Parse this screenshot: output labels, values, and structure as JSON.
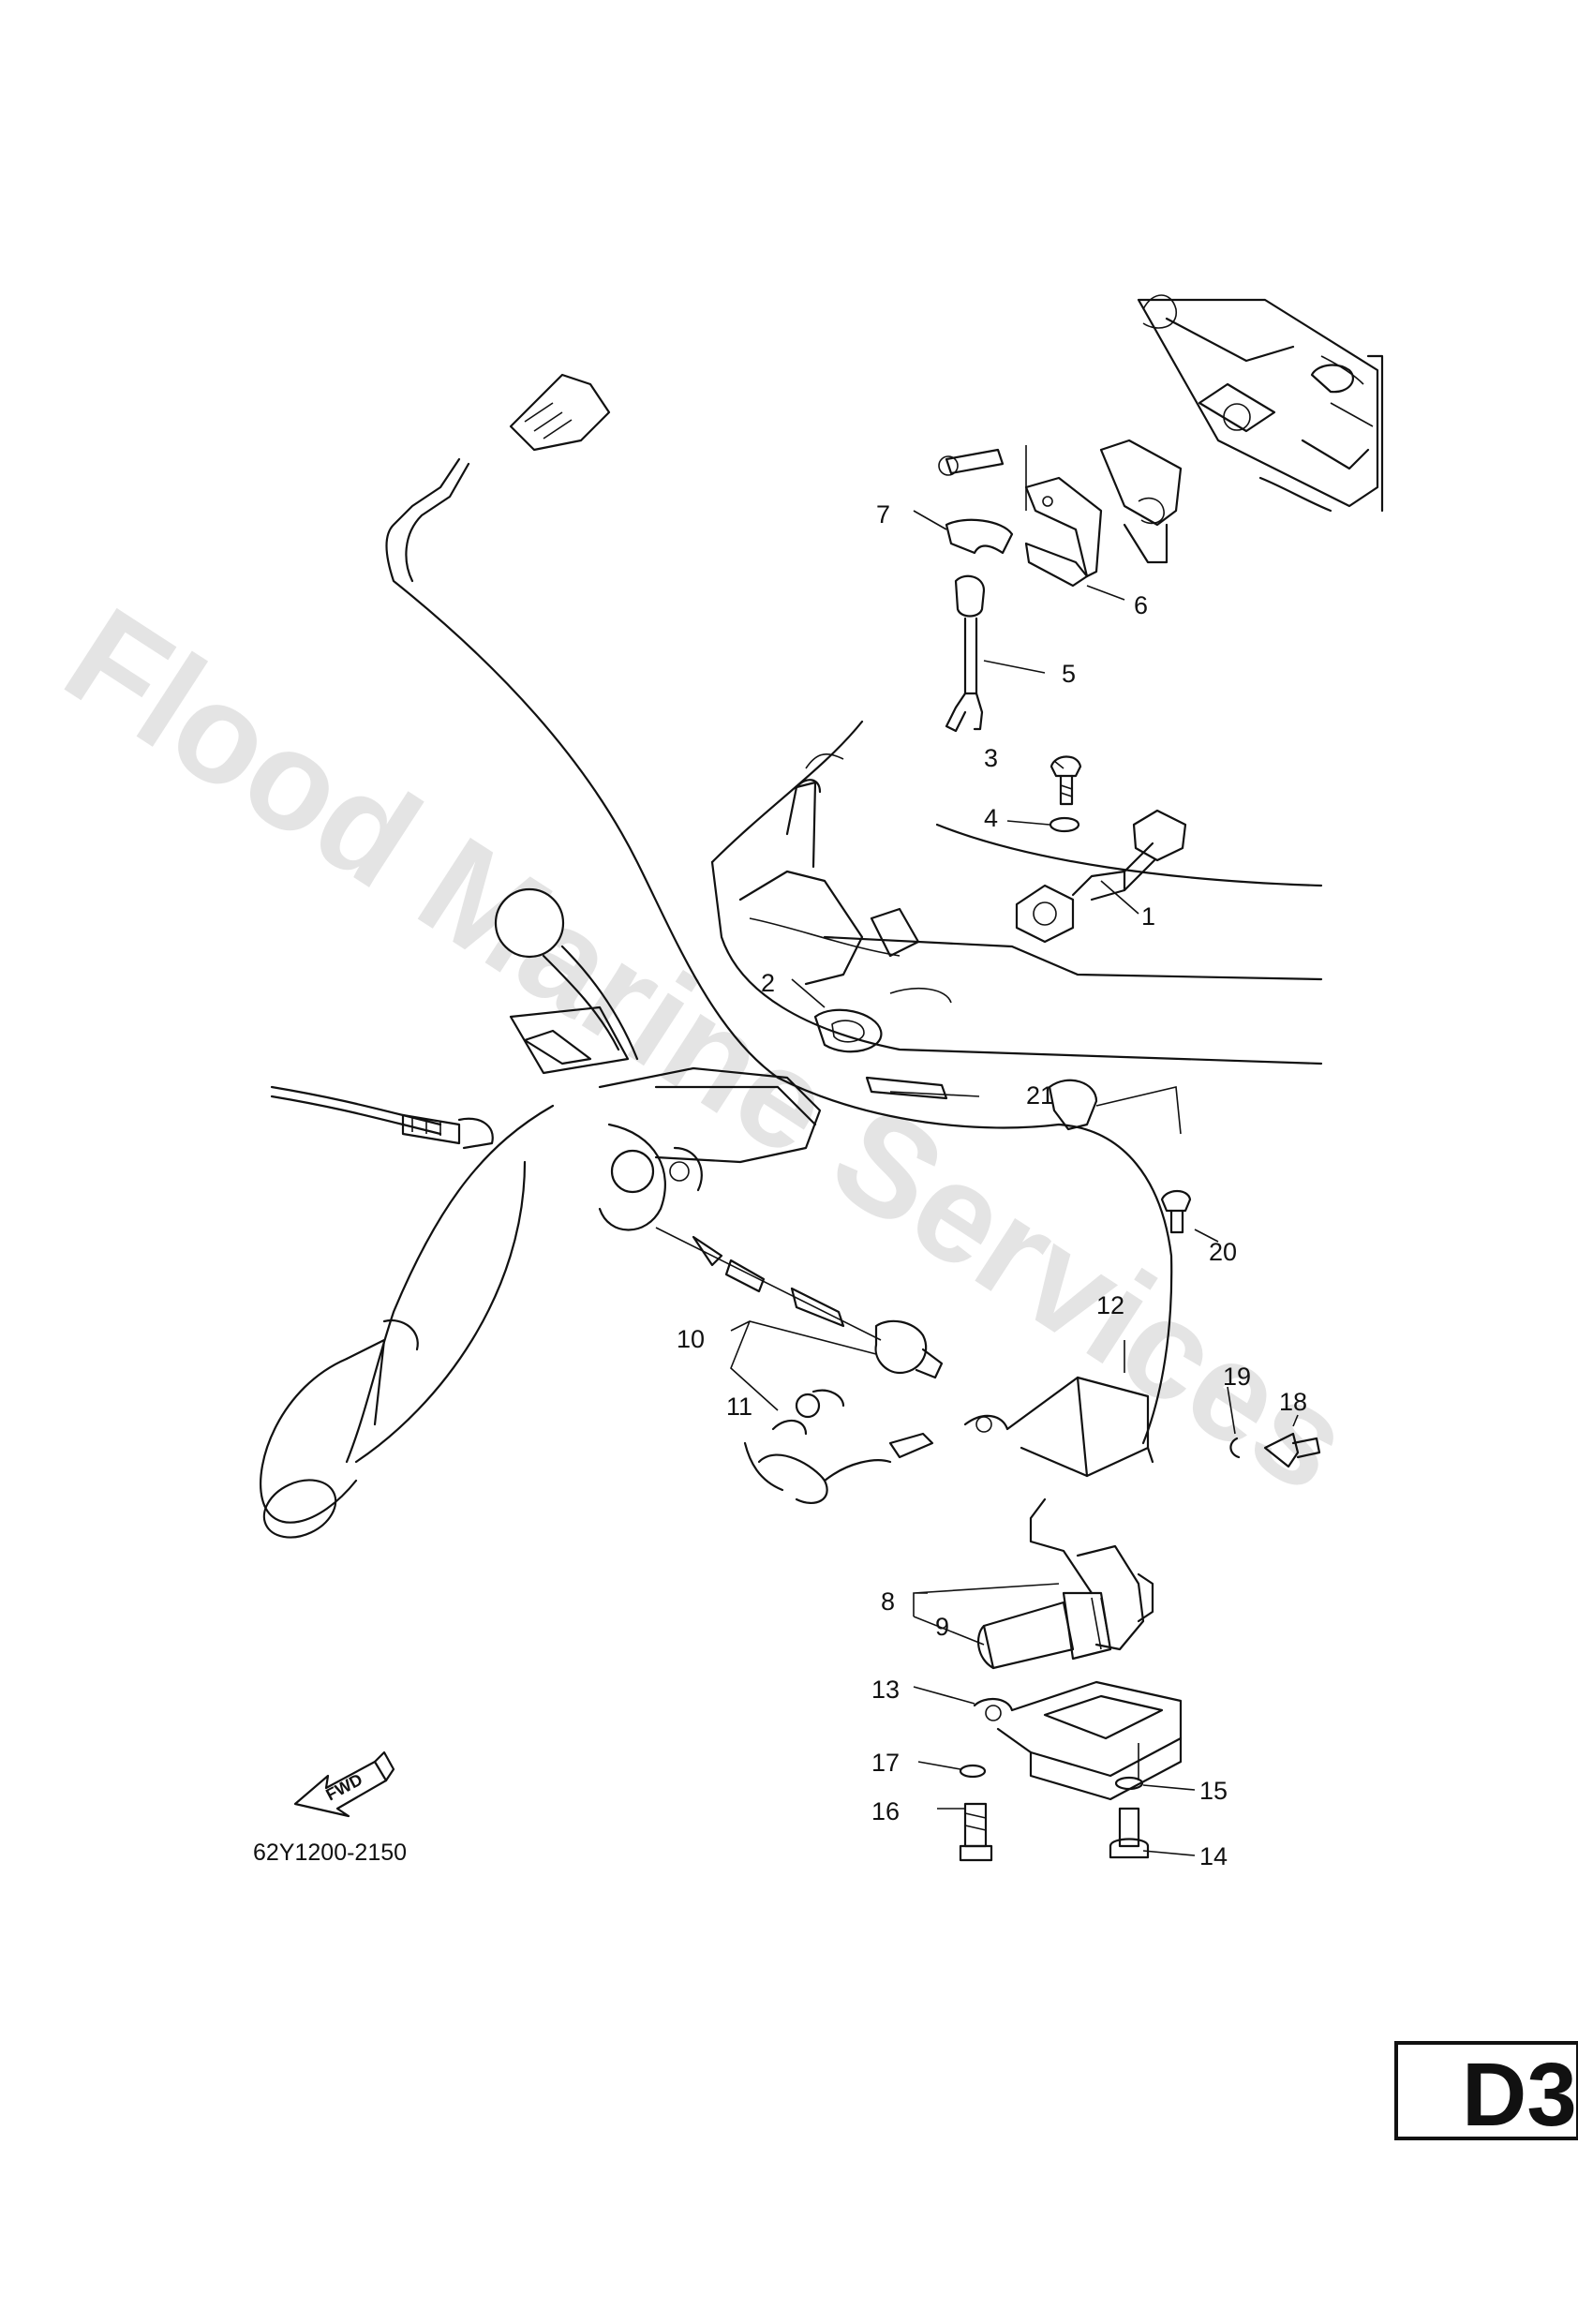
{
  "watermark": "Flood Marine Services",
  "drawing_code": "62Y1200-2150",
  "fwd_label": "FWD",
  "page_tag": "D3",
  "callouts": [
    "1",
    "2",
    "3",
    "4",
    "5",
    "6",
    "7",
    "8",
    "9",
    "10",
    "11",
    "12",
    "13",
    "14",
    "15",
    "16",
    "17",
    "18",
    "19",
    "20",
    "21"
  ]
}
